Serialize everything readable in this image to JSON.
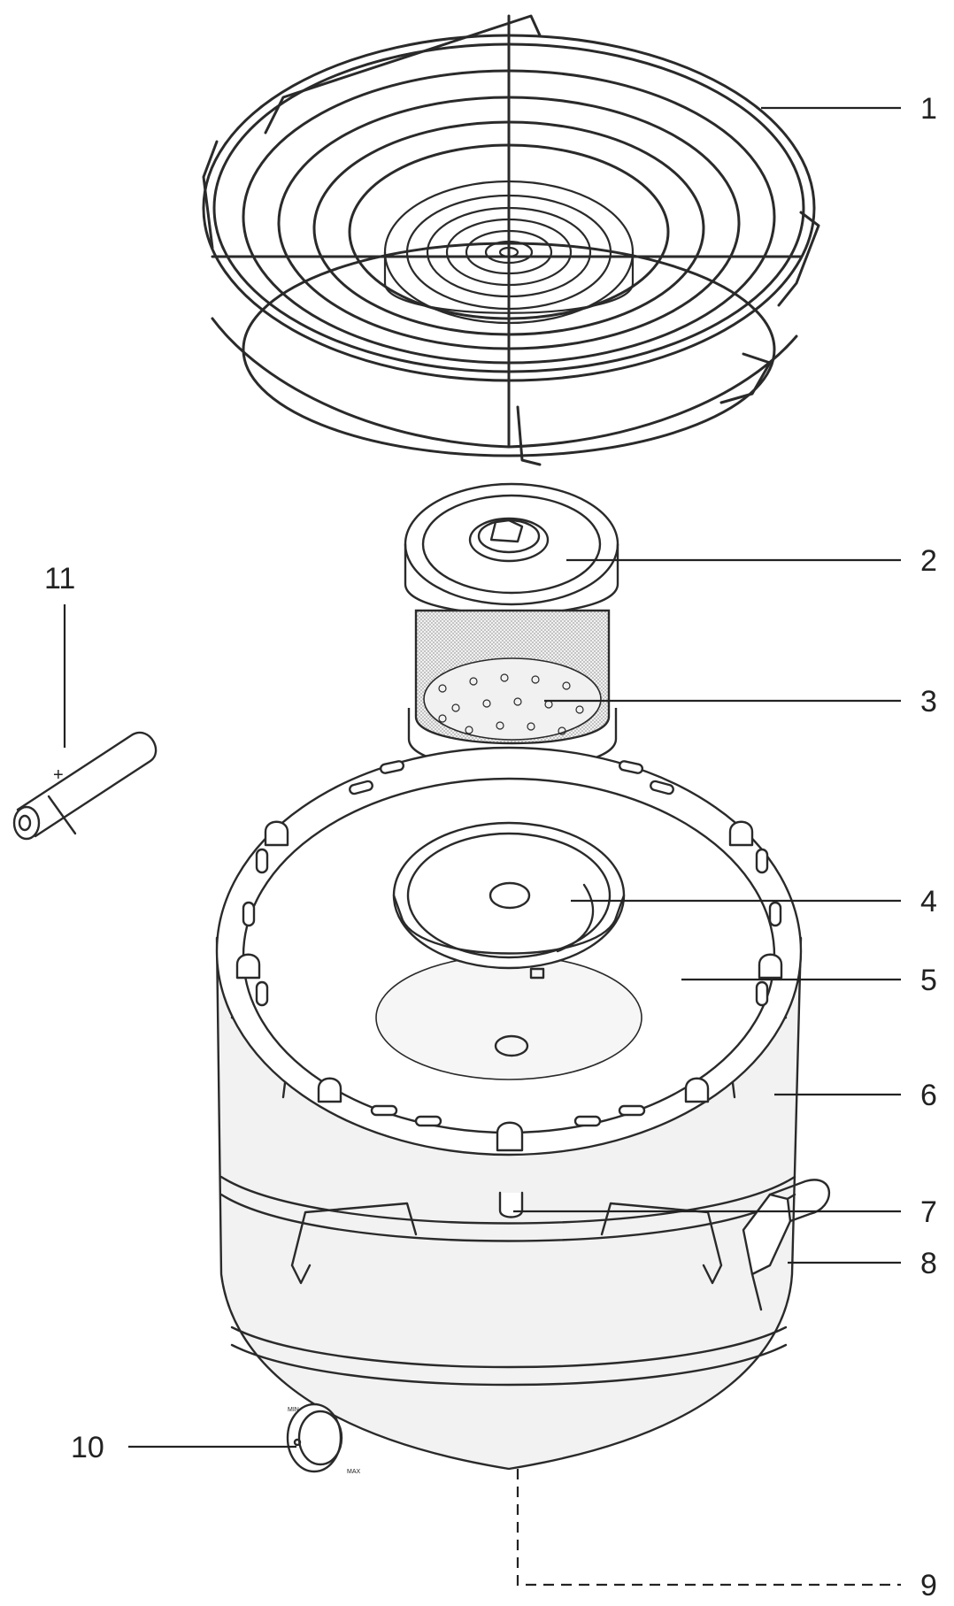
{
  "callouts": [
    {
      "id": "1",
      "text": "1"
    },
    {
      "id": "2",
      "text": "2"
    },
    {
      "id": "3",
      "text": "3"
    },
    {
      "id": "4",
      "text": "4"
    },
    {
      "id": "5",
      "text": "5"
    },
    {
      "id": "6",
      "text": "6"
    },
    {
      "id": "7",
      "text": "7"
    },
    {
      "id": "8",
      "text": "8"
    },
    {
      "id": "9",
      "text": "9"
    },
    {
      "id": "10",
      "text": "10"
    },
    {
      "id": "11",
      "text": "11"
    }
  ],
  "knob": {
    "min_text": "MIN",
    "max_text": "MAX"
  },
  "battery": {
    "plus_sign": "+"
  }
}
